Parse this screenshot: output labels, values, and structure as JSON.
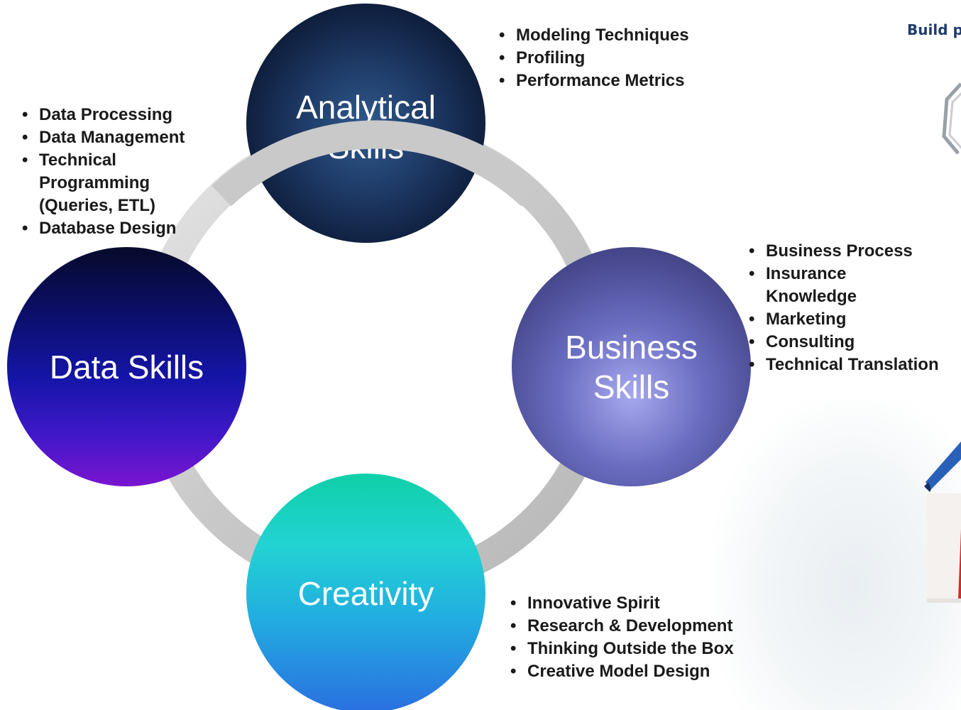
{
  "corner_text": "Build p",
  "nodes": {
    "analytical": {
      "line1": "Analytical",
      "line2": "Skills"
    },
    "data": {
      "line1": "Data Skills"
    },
    "business": {
      "line1": "Business",
      "line2": "Skills"
    },
    "creativity": {
      "line1": "Creativity"
    }
  },
  "lists": {
    "analytical": [
      "Modeling Techniques",
      "Profiling",
      "Performance Metrics"
    ],
    "data": [
      "Data Processing",
      "Data Management",
      "Technical Programming (Queries, ETL)",
      "Database Design"
    ],
    "business": [
      "Business Process",
      "Insurance Knowledge",
      "Marketing",
      "Consulting",
      "Technical Translation"
    ],
    "creativity": [
      "Innovative Spirit",
      "Research & Development",
      "Thinking Outside the Box",
      "Creative Model Design"
    ]
  },
  "colors": {
    "ring": "#c8c8c8",
    "analytical": "#1e3a66",
    "data": "#1515a8",
    "business": "#6a6cc0",
    "creativity": "#22c4d8",
    "text": "#1a1a1a"
  }
}
